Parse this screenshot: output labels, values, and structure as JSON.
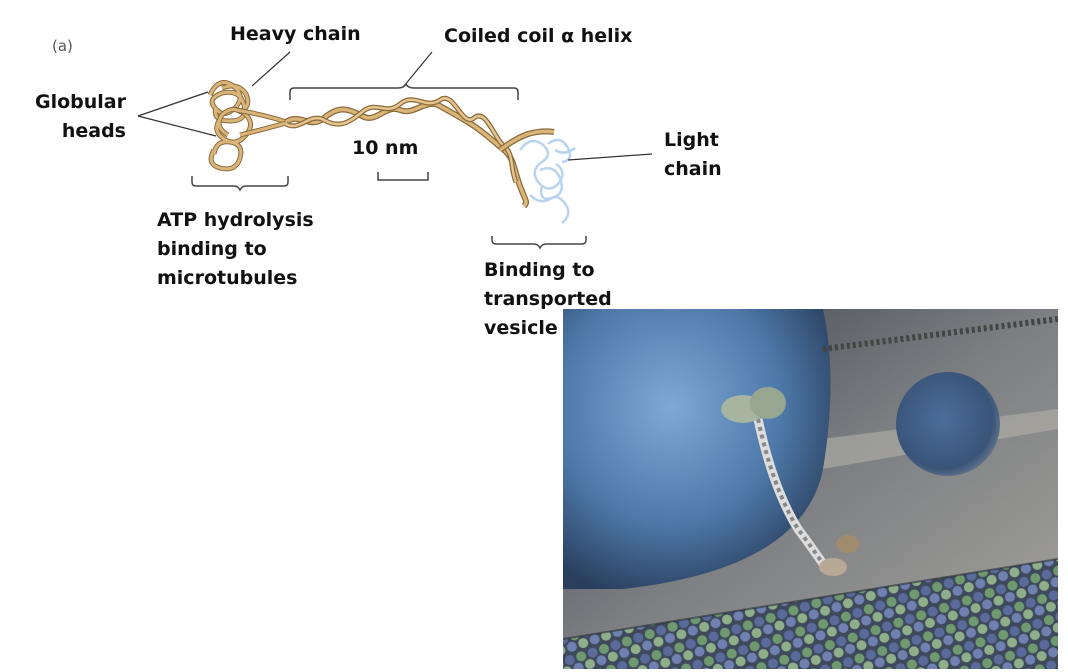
{
  "panel_tag": "(a)",
  "labels": {
    "heavy_chain": "Heavy chain",
    "coiled_coil": "Coiled coil α helix",
    "globular_heads": [
      "Globular",
      "heads"
    ],
    "scale": "10 nm",
    "light_chain": [
      "Light",
      "chain"
    ],
    "atp": [
      "ATP hydrolysis",
      "binding to",
      "microtubules"
    ],
    "binding": [
      "Binding to",
      "transported",
      "vesicle"
    ]
  },
  "colors": {
    "chain": "#c9a56b",
    "chain_dark": "#8a6a3a",
    "light_chain": "#b8d4f0",
    "vesicle": "#5b8fc2",
    "microtubule_green": "#6e9a6a",
    "microtubule_blue": "#5a6a9a"
  },
  "icons": [
    "kinesin-molecule-illustration",
    "kinesin-3d-render"
  ]
}
